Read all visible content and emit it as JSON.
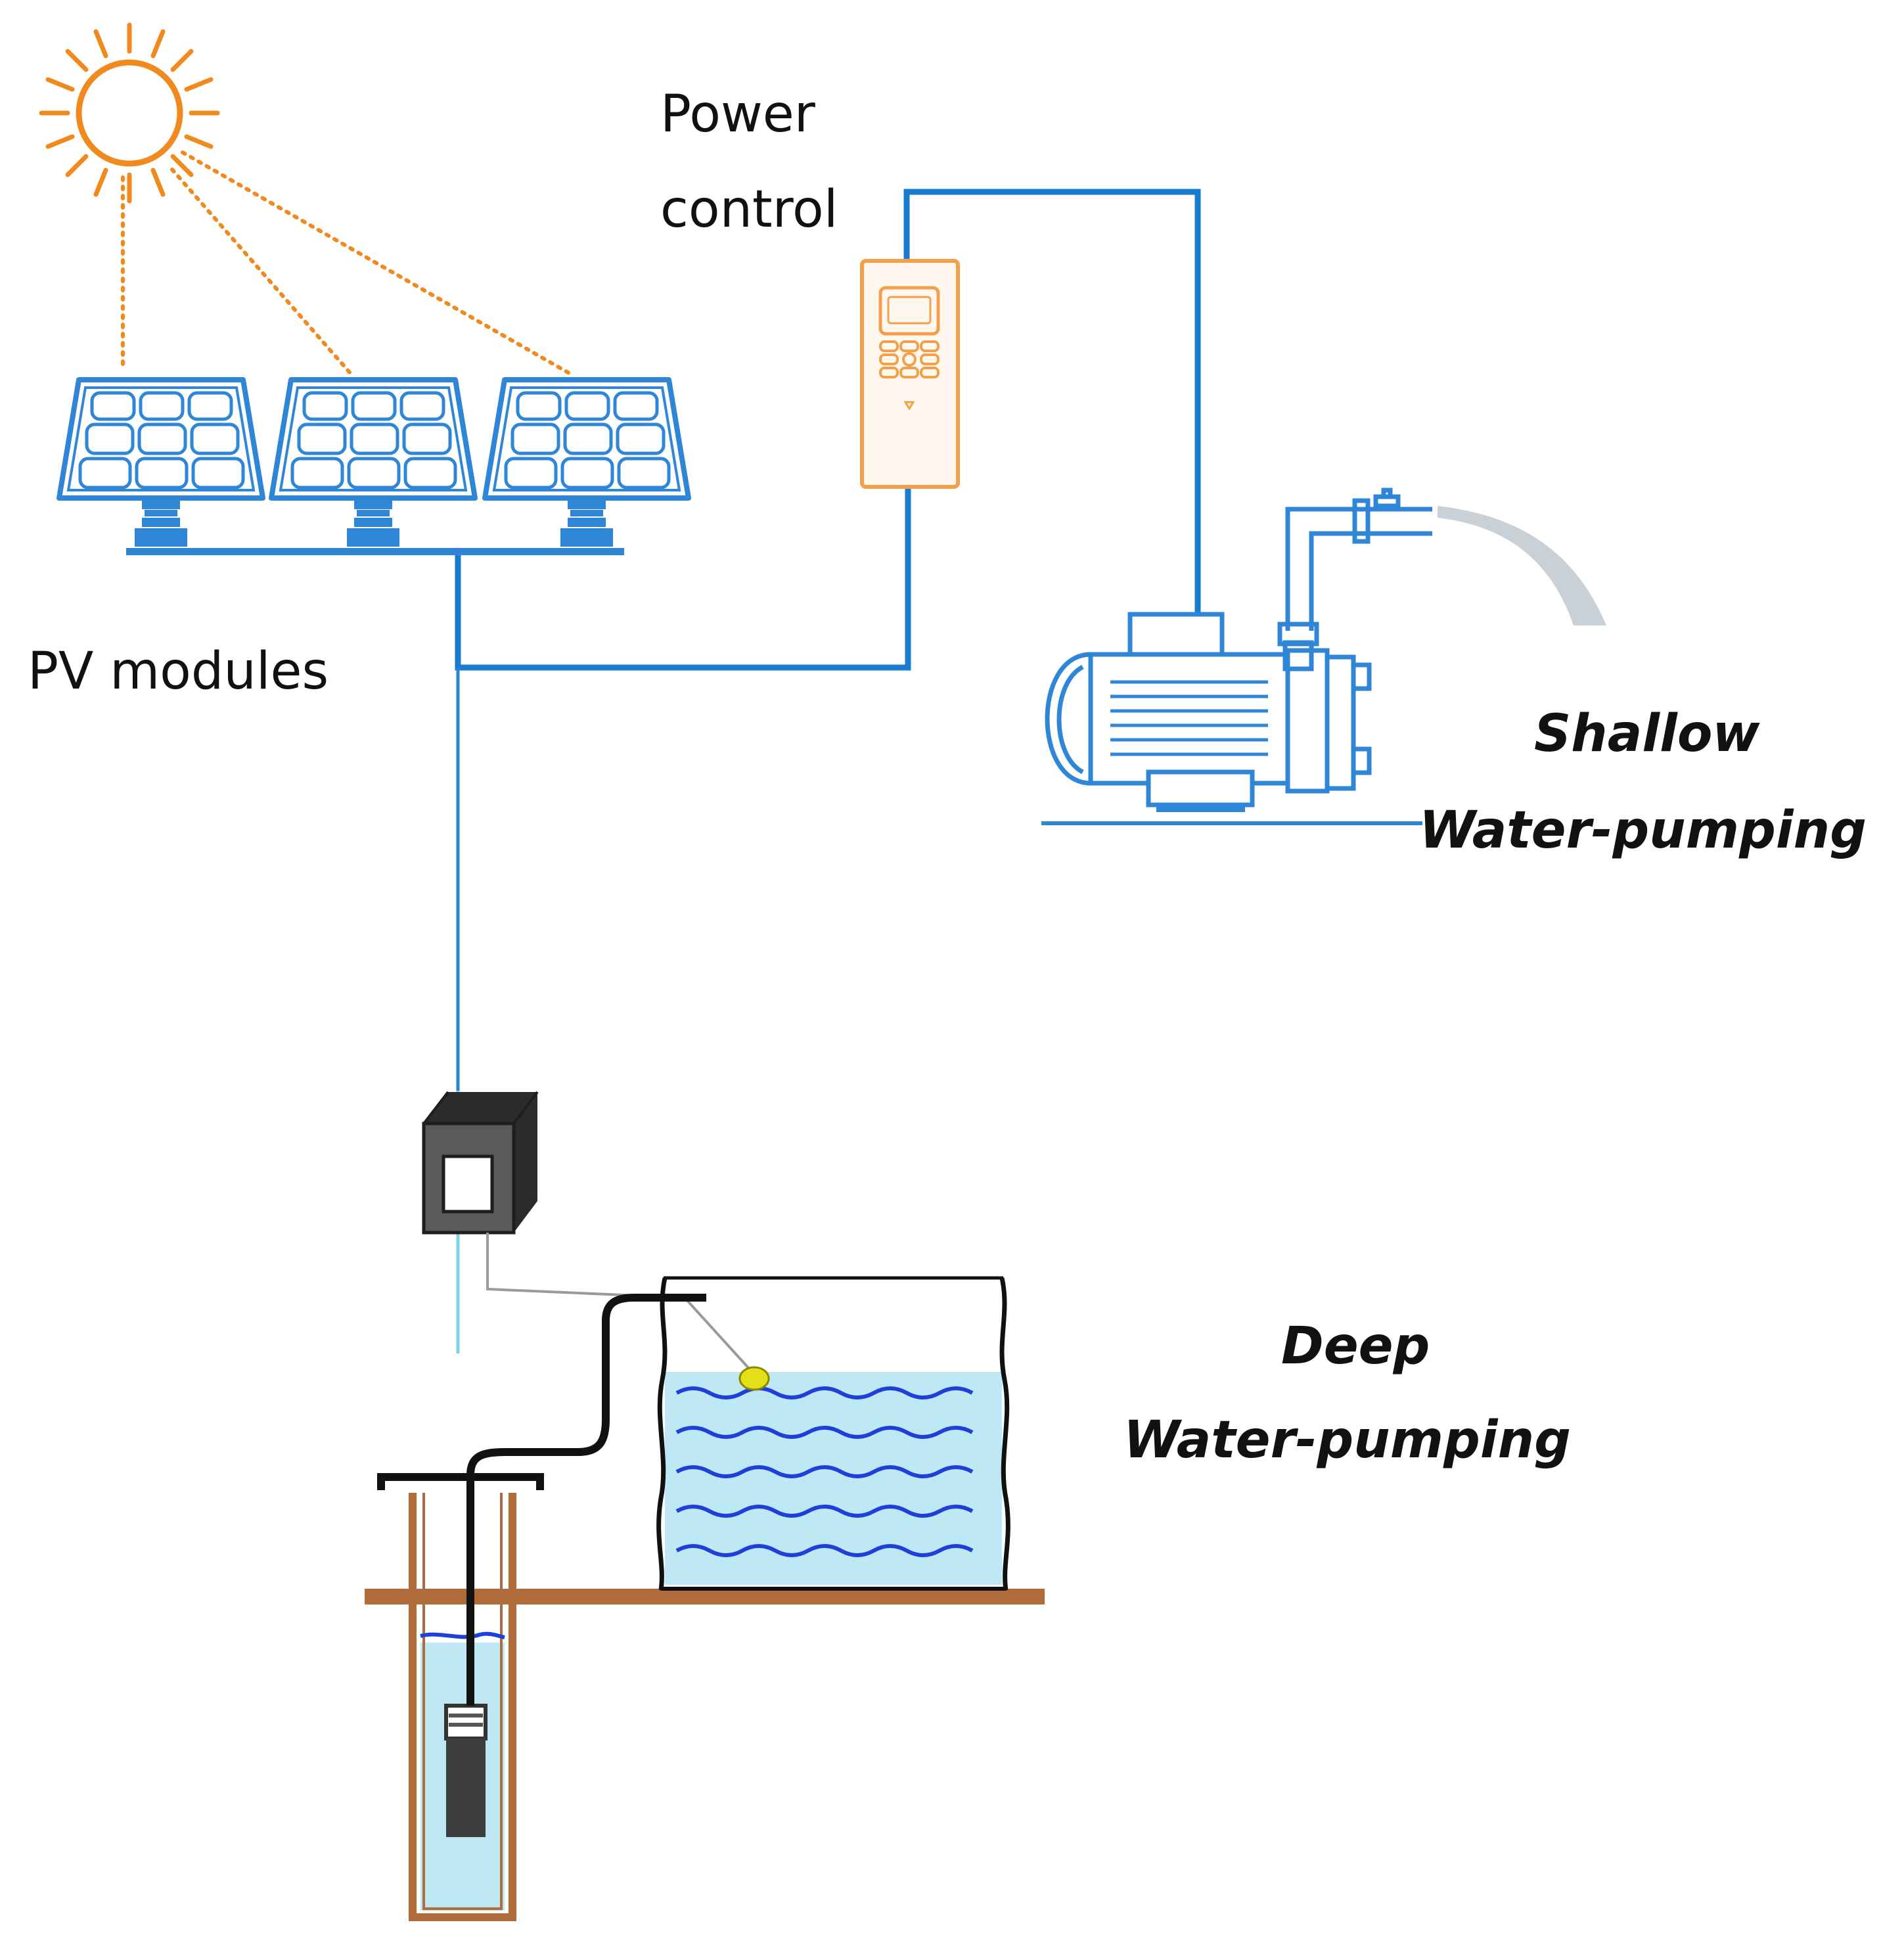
{
  "labels": {
    "power_control_line1": "Power",
    "power_control_line2": "control",
    "pv_modules": "PV modules",
    "shallow_line1": "Shallow",
    "shallow_line2": "Water-pumping",
    "deep_line1": "Deep",
    "deep_line2": "Water-pumping"
  },
  "colors": {
    "wire": "#1a7ccd",
    "sun": "#f08a1e",
    "panel": "#2f86d6",
    "controller": "#f3a04b",
    "box": "#5a5a5a",
    "soil": "#b06d3b",
    "water": "#bfe8f5",
    "wave": "#1f3fd9",
    "pipe": "#111111",
    "spray": "#c9d1d6"
  },
  "icons": {
    "sun": "sun-icon",
    "solar_panel": "solar-panel-icon",
    "controller": "power-controller-icon",
    "surface_pump": "surface-pump-icon",
    "control_box": "control-box-icon",
    "tank": "water-tank-icon",
    "well": "borehole-icon",
    "submersible_pump": "submersible-pump-icon"
  }
}
